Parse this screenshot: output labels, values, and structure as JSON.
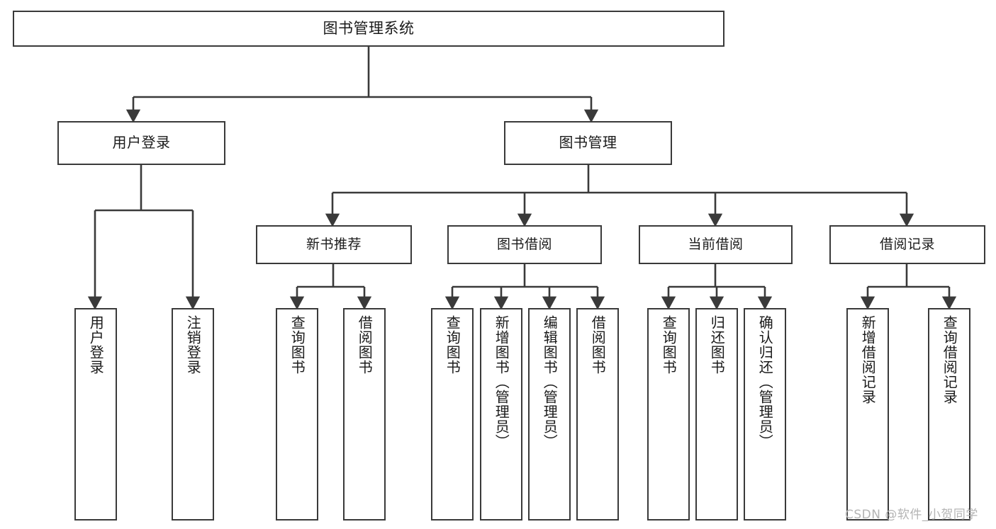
{
  "diagram": {
    "type": "tree",
    "title": "图书管理系统",
    "root": {
      "id": "root",
      "label": "图书管理系统"
    },
    "level2": [
      {
        "id": "user-login",
        "label": "用户登录"
      },
      {
        "id": "book-manage",
        "label": "图书管理"
      }
    ],
    "level3": [
      {
        "id": "new-book-recommend",
        "label": "新书推荐"
      },
      {
        "id": "book-borrow",
        "label": "图书借阅"
      },
      {
        "id": "current-borrow",
        "label": "当前借阅"
      },
      {
        "id": "borrow-record",
        "label": "借阅记录"
      }
    ],
    "leaves": {
      "user_login": [
        {
          "id": "leaf-user-login",
          "label": "用户登录"
        },
        {
          "id": "leaf-logout-login",
          "label": "注销登录"
        }
      ],
      "new_book_recommend": [
        {
          "id": "leaf-query-book-1",
          "label": "查询图书"
        },
        {
          "id": "leaf-borrow-book-1",
          "label": "借阅图书"
        }
      ],
      "book_borrow": [
        {
          "id": "leaf-query-book-2",
          "label": "查询图书"
        },
        {
          "id": "leaf-add-book",
          "label": "新增图书（管理员）"
        },
        {
          "id": "leaf-edit-book",
          "label": "编辑图书（管理员）"
        },
        {
          "id": "leaf-borrow-book-2",
          "label": "借阅图书"
        }
      ],
      "current_borrow": [
        {
          "id": "leaf-query-book-3",
          "label": "查询图书"
        },
        {
          "id": "leaf-return-book",
          "label": "归还图书"
        },
        {
          "id": "leaf-confirm-return",
          "label": "确认归还（管理员）"
        }
      ],
      "borrow_record": [
        {
          "id": "leaf-add-record",
          "label": "新增借阅记录"
        },
        {
          "id": "leaf-query-record",
          "label": "查询借阅记录"
        }
      ]
    }
  },
  "watermark": {
    "text": "CSDN @软件_小贺同学"
  },
  "colors": {
    "line": "#3a3a3a",
    "background": "#ffffff",
    "text": "#1a1a1a",
    "watermark": "#b4b4b4"
  }
}
